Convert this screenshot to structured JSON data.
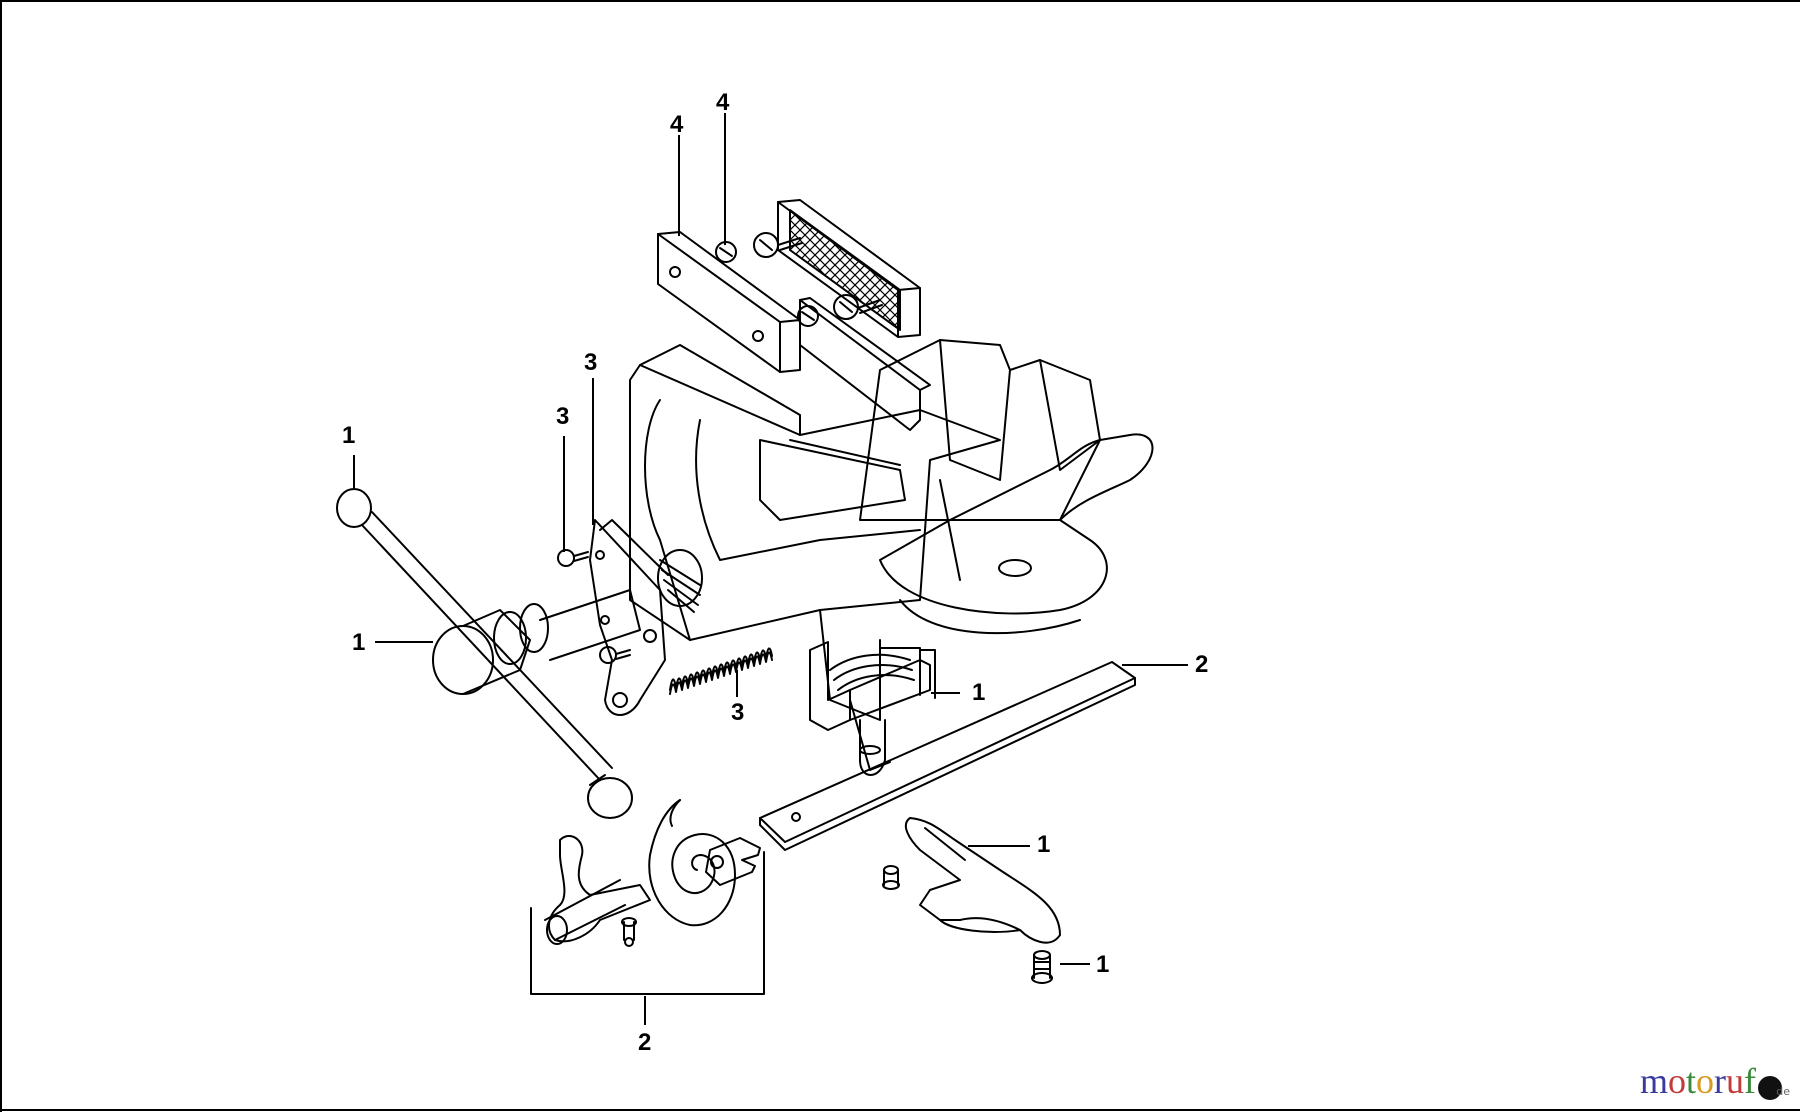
{
  "callouts": {
    "c1": "1",
    "c2": "1",
    "c3": "1",
    "c4": "1",
    "c5": "1",
    "c6": "2",
    "c7": "2",
    "c8": "3",
    "c9": "3",
    "c10": "3",
    "c11": "4",
    "c12": "4"
  },
  "watermark": {
    "letters": [
      "m",
      "o",
      "t",
      "o",
      "r",
      "u",
      "f"
    ],
    "colors": [
      "#3a3aa0",
      "#c43a3a",
      "#3a8a3a",
      "#d89a20",
      "#3a3aa0",
      "#c43a3a",
      "#3a8a3a"
    ],
    "suffix": "de"
  },
  "icons": {
    "watermark_dot": "circle-icon"
  }
}
